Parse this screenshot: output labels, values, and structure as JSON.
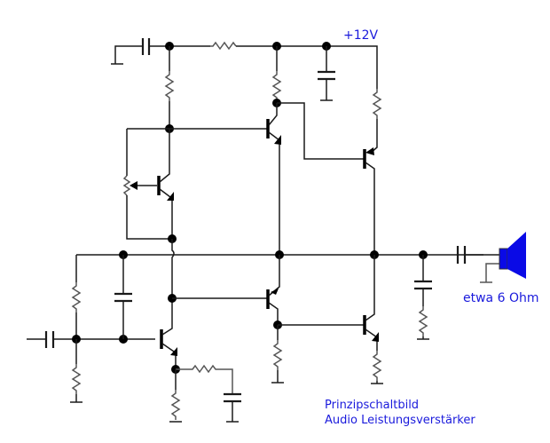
{
  "supply_label": "+12V",
  "speaker_label": "etwa 6 Ohm",
  "title_line1": "Prinzipschaltbild",
  "title_line2": "Audio Leistungsverstärker",
  "colors": {
    "label": "#1a1adc",
    "speaker": "#0a0ae6",
    "wire": "#1a1a1a"
  }
}
